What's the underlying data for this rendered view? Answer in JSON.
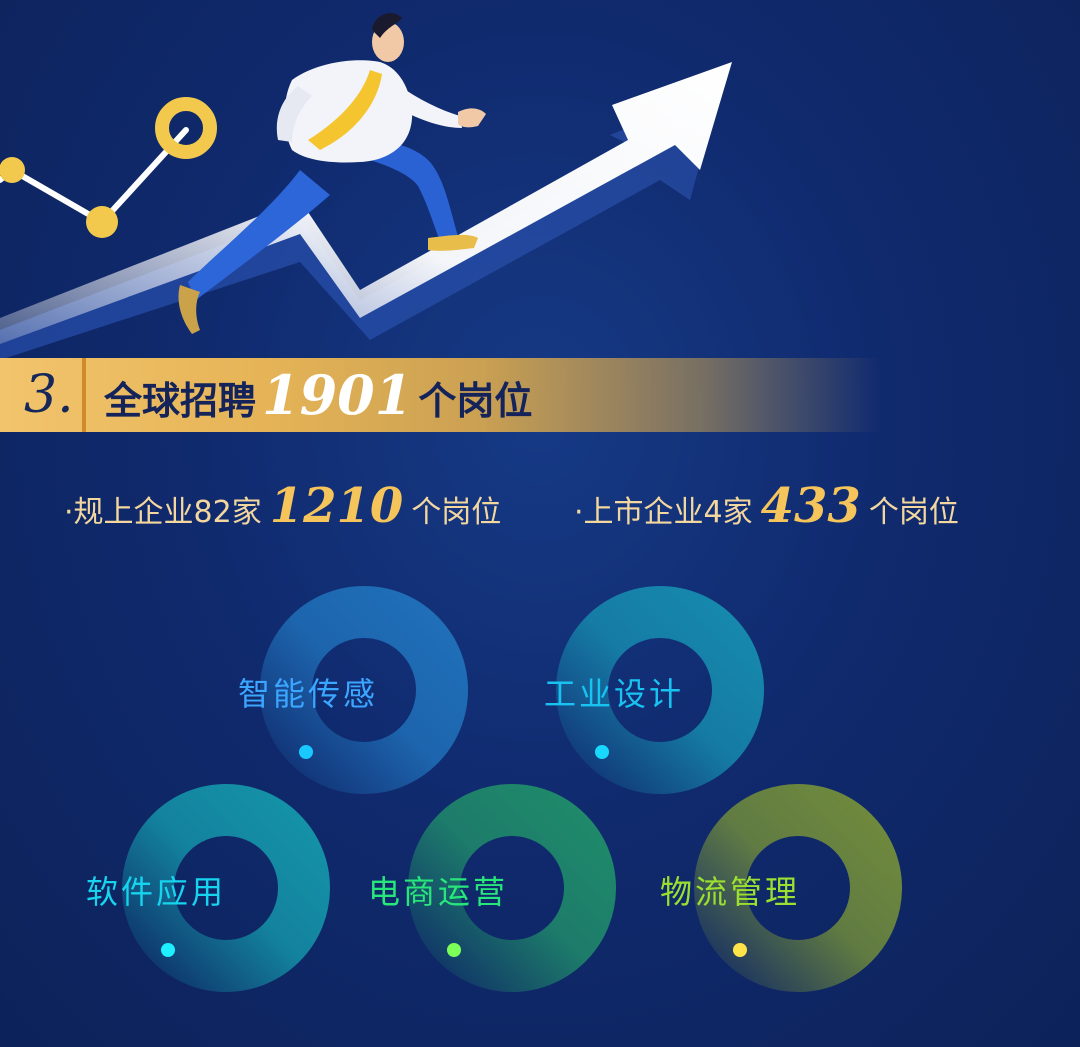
{
  "banner": {
    "number": "3.",
    "title_prefix": "全球招聘",
    "title_number": "1901",
    "title_suffix": "个岗位"
  },
  "stats": [
    {
      "prefix": "·规上企业82家",
      "number": "1210",
      "suffix": "个岗位"
    },
    {
      "prefix": "·上市企业4家",
      "number": "433",
      "suffix": "个岗位"
    }
  ],
  "categories": [
    {
      "label": "智能传感",
      "text_color": "#3ba6ff",
      "ring_color": "#1f6fb8",
      "dot_color": "#19c8ff"
    },
    {
      "label": "工业设计",
      "text_color": "#18c3f2",
      "ring_color": "#1689ad",
      "dot_color": "#19d8ff"
    },
    {
      "label": "软件应用",
      "text_color": "#16d4ee",
      "ring_color": "#1492a8",
      "dot_color": "#1ef0ff"
    },
    {
      "label": "电商运营",
      "text_color": "#27e67a",
      "ring_color": "#1f8a6a",
      "dot_color": "#7dff5a"
    },
    {
      "label": "物流管理",
      "text_color": "#9be030",
      "ring_color": "#6f8a3c",
      "dot_color": "#ffe44a"
    }
  ]
}
